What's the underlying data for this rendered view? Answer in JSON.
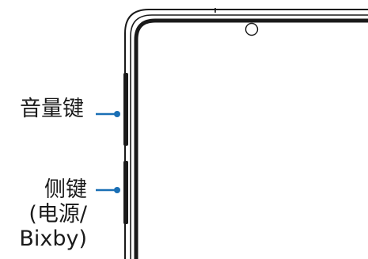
{
  "labels": {
    "volume_key": "音量键",
    "side_key_line1": "侧键",
    "side_key_line2": "(电源/",
    "side_key_line3": "Bixby)"
  },
  "colors": {
    "pointer": "#1a6fb5",
    "outline": "#1a1a1a",
    "background": "#ffffff"
  },
  "icons": {
    "front_camera": "camera-hole-icon"
  }
}
